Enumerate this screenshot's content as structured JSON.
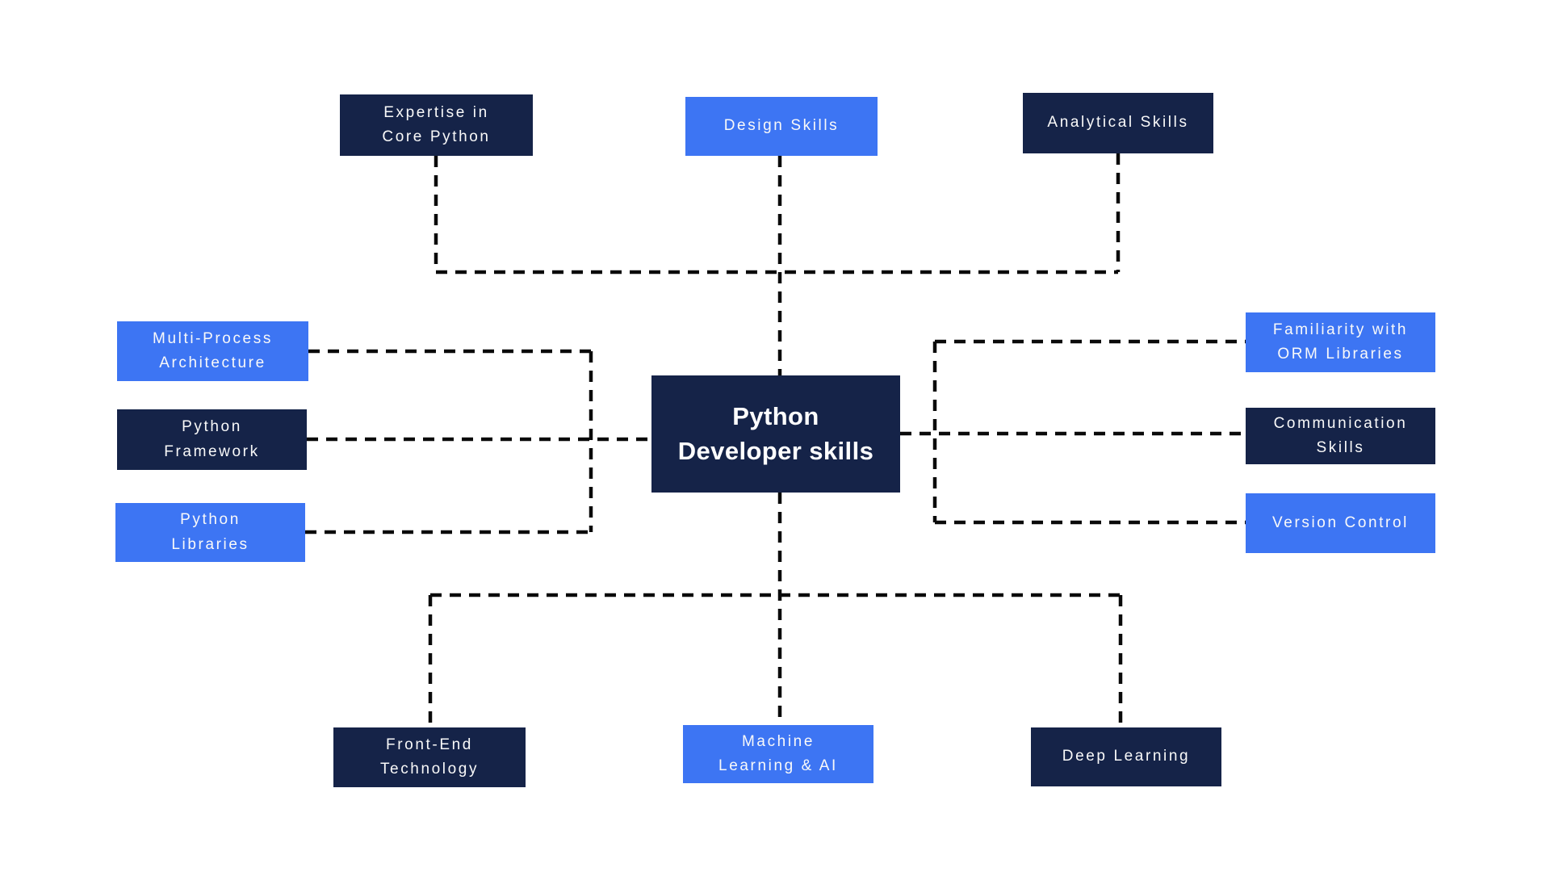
{
  "title": "Python Developer skills mind map",
  "colors": {
    "navy": "#152348",
    "blue": "#3d75f3",
    "line": "#0a0a0a",
    "background": "#ffffff",
    "text_on_box": "#ffffff"
  },
  "center": {
    "label": "Python\nDeveloper skills"
  },
  "nodes": [
    {
      "id": "expertise-core-python",
      "label": "Expertise in\nCore Python",
      "variant": "navy",
      "position": "top-left"
    },
    {
      "id": "design-skills",
      "label": "Design Skills",
      "variant": "blue",
      "position": "top-center"
    },
    {
      "id": "analytical-skills",
      "label": "Analytical Skills",
      "variant": "navy",
      "position": "top-right"
    },
    {
      "id": "multi-process-architecture",
      "label": "Multi-Process\nArchitecture",
      "variant": "blue",
      "position": "left-top"
    },
    {
      "id": "python-framework",
      "label": "Python\nFramework",
      "variant": "navy",
      "position": "left-middle"
    },
    {
      "id": "python-libraries",
      "label": "Python\nLibraries",
      "variant": "blue",
      "position": "left-bottom"
    },
    {
      "id": "familiarity-orm-libraries",
      "label": "Familiarity with\nORM Libraries",
      "variant": "blue",
      "position": "right-top"
    },
    {
      "id": "communication-skills",
      "label": "Communication\nSkills",
      "variant": "navy",
      "position": "right-middle"
    },
    {
      "id": "version-control",
      "label": "Version Control",
      "variant": "blue",
      "position": "right-bottom"
    },
    {
      "id": "front-end-technology",
      "label": "Front-End\nTechnology",
      "variant": "navy",
      "position": "bottom-left"
    },
    {
      "id": "machine-learning-ai",
      "label": "Machine\nLearning & AI",
      "variant": "blue",
      "position": "bottom-center"
    },
    {
      "id": "deep-learning",
      "label": "Deep Learning",
      "variant": "navy",
      "position": "bottom-right"
    }
  ]
}
